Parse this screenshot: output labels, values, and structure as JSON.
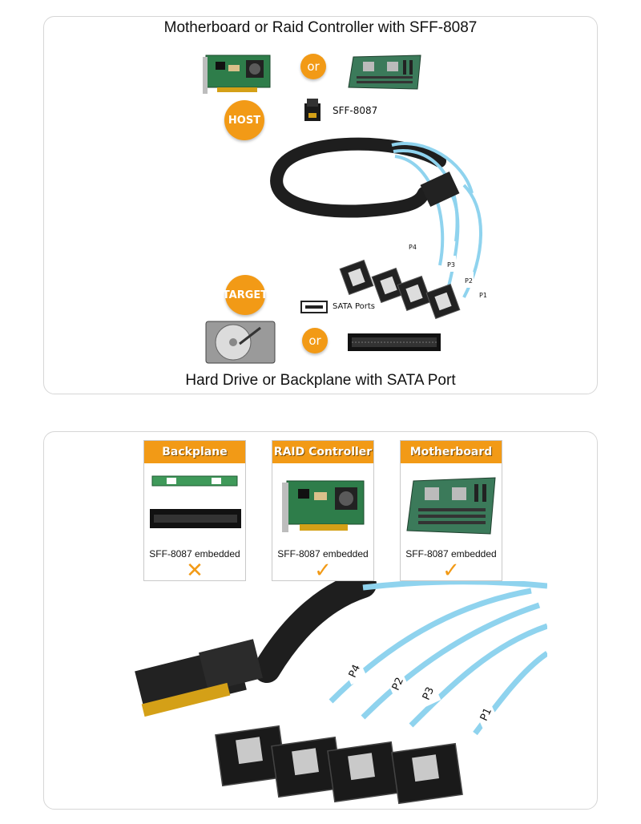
{
  "top_panel": {
    "caption_top": "Motherboard or Raid Controller with SFF-8087",
    "caption_bottom": "Hard Drive or Backplane with SATA Port",
    "or_label": "or",
    "host_label": "HOST",
    "target_label": "TARGET",
    "sff_label": "SFF-8087",
    "sata_label": "SATA Ports",
    "port_labels": [
      "P4",
      "P3",
      "P2",
      "P1"
    ]
  },
  "bottom_panel": {
    "cards": [
      {
        "title": "Backplane",
        "text": "SFF-8087 embedded",
        "status": "no",
        "mark": "✕"
      },
      {
        "title": "RAID Controller",
        "text": "SFF-8087 embedded",
        "status": "yes",
        "mark": "✓"
      },
      {
        "title": "Motherboard",
        "text": "SFF-8087 embedded",
        "status": "yes",
        "mark": "✓"
      }
    ],
    "port_labels": [
      "P4",
      "P2",
      "P3",
      "P1"
    ]
  },
  "colors": {
    "accent": "#f29a16",
    "cable": "#8fd3ee",
    "sleeve": "#1e1e1e",
    "pcb": "#2e7d4a"
  }
}
